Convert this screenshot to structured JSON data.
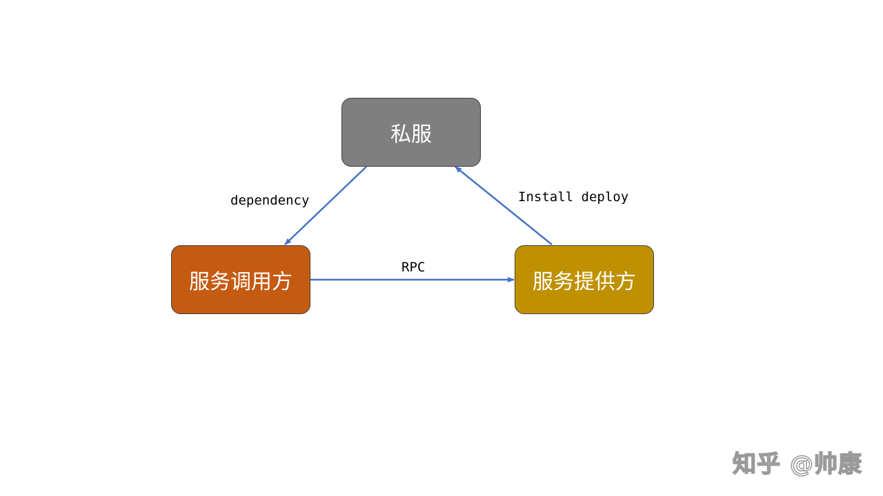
{
  "diagram": {
    "nodes": {
      "private_server": {
        "label": "私服",
        "color": "#7f7f7f"
      },
      "service_consumer": {
        "label": "服务调用方",
        "color": "#c55a11"
      },
      "service_provider": {
        "label": "服务提供方",
        "color": "#bf9000"
      }
    },
    "edges": {
      "dependency": {
        "label": "dependency",
        "from": "私服",
        "to": "服务调用方"
      },
      "install_deploy": {
        "label": "Install deploy",
        "from": "服务提供方",
        "to": "私服"
      },
      "rpc": {
        "label": "RPC",
        "from": "服务调用方",
        "to": "服务提供方"
      }
    },
    "edge_color": "#4472c4"
  },
  "watermark": {
    "text": "知乎 @帅康"
  }
}
